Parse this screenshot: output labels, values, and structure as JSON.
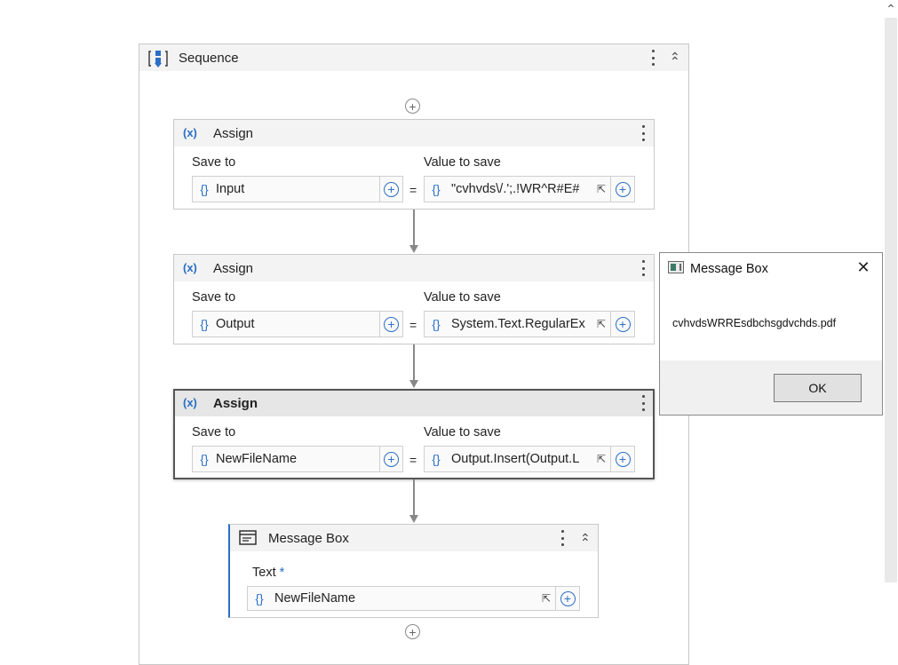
{
  "sequence": {
    "title": "Sequence"
  },
  "assign_common": {
    "title": "Assign",
    "save_to_label": "Save to",
    "value_label": "Value to save",
    "equals": "="
  },
  "assigns": [
    {
      "save_to": "Input",
      "value": "\"cvhvds\\/.';.!WR^R#E#"
    },
    {
      "save_to": "Output",
      "value": "System.Text.RegularEx"
    },
    {
      "save_to": "NewFileName",
      "value": "Output.Insert(Output.L"
    }
  ],
  "message_box_activity": {
    "title": "Message Box",
    "text_label": "Text",
    "required_mark": "*",
    "text_value": "NewFileName"
  },
  "dialog": {
    "title": "Message Box",
    "message": "cvhvdsWRREsdbchsgdvchds.pdf",
    "ok_label": "OK"
  },
  "icons": {
    "brace": "{}",
    "assign": "(x)",
    "expand": "expand-icon",
    "add": "plus-circle-icon"
  },
  "colors": {
    "accent": "#2a6ec7"
  }
}
